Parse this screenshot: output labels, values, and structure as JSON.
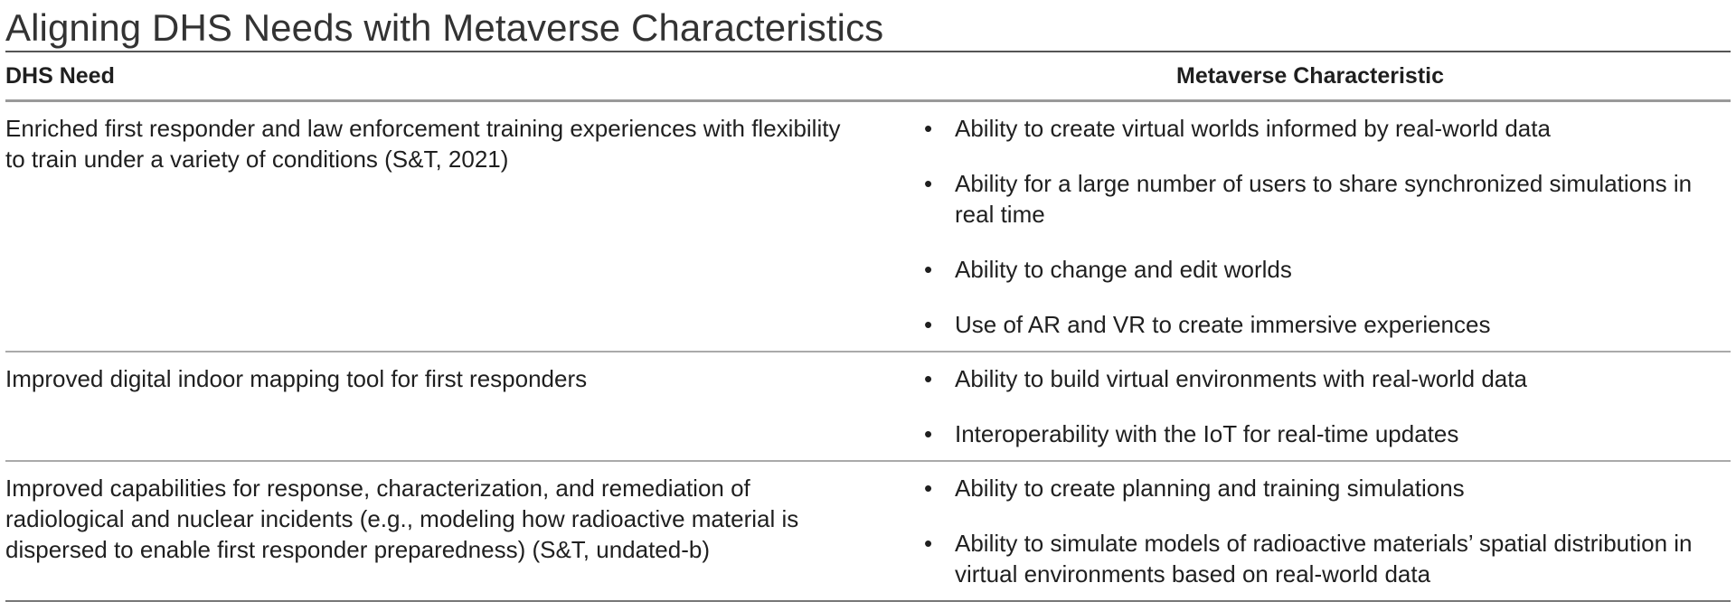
{
  "title": "Aligning DHS Needs with Metaverse Characteristics",
  "table": {
    "headers": {
      "need": "DHS Need",
      "characteristic": "Metaverse Characteristic"
    },
    "rows": [
      {
        "need": "Enriched first responder and law enforcement training experiences with flexibility to train under a variety of conditions (S&T, 2021)",
        "characteristics": [
          "Ability to create virtual worlds informed by real-world data",
          "Ability for a large number of users to share synchronized simulations in real time",
          "Ability to change and edit worlds",
          "Use of AR and VR to create immersive experiences"
        ]
      },
      {
        "need": "Improved digital indoor mapping tool for first responders",
        "characteristics": [
          "Ability to build virtual environments with real-world data",
          "Interoperability with the IoT for real-time updates"
        ]
      },
      {
        "need": "Improved capabilities for response, characterization, and remediation of radiological and nuclear incidents (e.g., modeling how radioactive material is dispersed to enable first responder preparedness) (S&T, undated-b)",
        "characteristics": [
          "Ability to create planning and training simulations",
          "Ability to simulate models of radioactive materials’ spatial distribution in virtual environments based on real-world data"
        ]
      }
    ]
  }
}
